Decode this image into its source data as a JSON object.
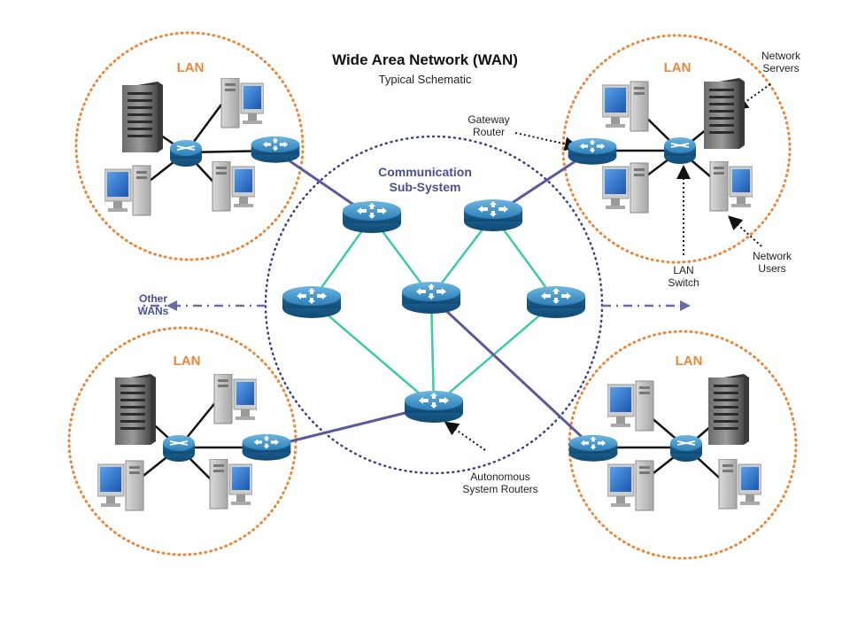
{
  "diagram": {
    "title": "Wide Area Network (WAN)",
    "subtitle": "Typical Schematic",
    "comm_subsystem": [
      "Communication",
      "Sub-System"
    ],
    "other_wans": [
      "Other",
      "WANs"
    ],
    "lan_label": "LAN",
    "callouts": {
      "gateway_router": [
        "Gateway",
        "Router"
      ],
      "network_servers": [
        "Network",
        "Servers"
      ],
      "lan_switch": [
        "LAN",
        "Switch"
      ],
      "network_users": [
        "Network",
        "Users"
      ],
      "as_routers": [
        "Autonomous",
        "System Routers"
      ]
    },
    "colors": {
      "lan_boundary": "#e8873a",
      "wan_boundary": "#3d3f8a",
      "mesh_link": "#3ec9a7",
      "uplink": "#5a5a9a",
      "router": "#2a7ab0",
      "label_accent": "#4b4e96"
    }
  }
}
